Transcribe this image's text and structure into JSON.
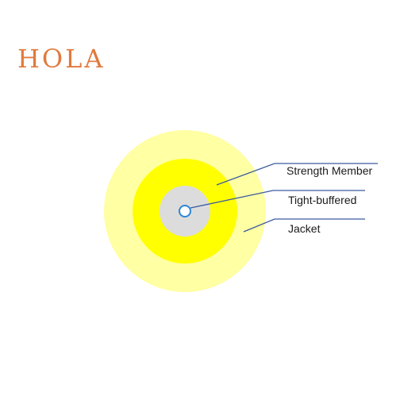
{
  "logo": {
    "text": "HOLA"
  },
  "colors": {
    "logo": "#e07a3c",
    "jacket": "#ffffa3",
    "strength_member": "#ffff00",
    "tight_buffered": "#dcdcdc",
    "fiber_core": "#ffffff",
    "fiber_ring": "#2e86d6",
    "leader_line": "#3a5ba0"
  },
  "diagram": {
    "labels": {
      "strength_member": "Strength Member",
      "tight_buffered": "Tight-buffered",
      "jacket": "Jacket"
    }
  }
}
